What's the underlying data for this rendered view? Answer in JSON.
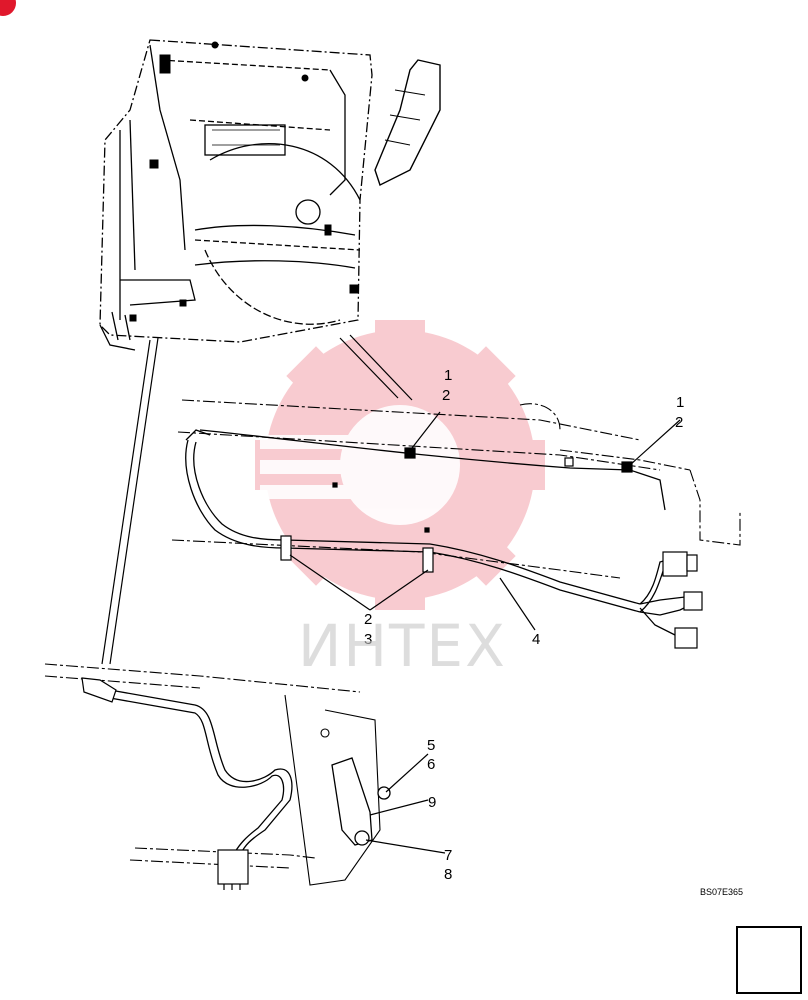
{
  "callouts": {
    "c1a": "1",
    "c2a": "2",
    "c1b": "1",
    "c2b": "2",
    "c2c": "2",
    "c3": "3",
    "c4": "4",
    "c5": "5",
    "c6": "6",
    "c9": "9",
    "c7": "7",
    "c8": "8"
  },
  "drawing_id": "BS07E365",
  "watermark": {
    "text": "ИНТЕХ",
    "color": "#e0182c"
  },
  "nav": {
    "icon": "next-arrow-icon"
  }
}
